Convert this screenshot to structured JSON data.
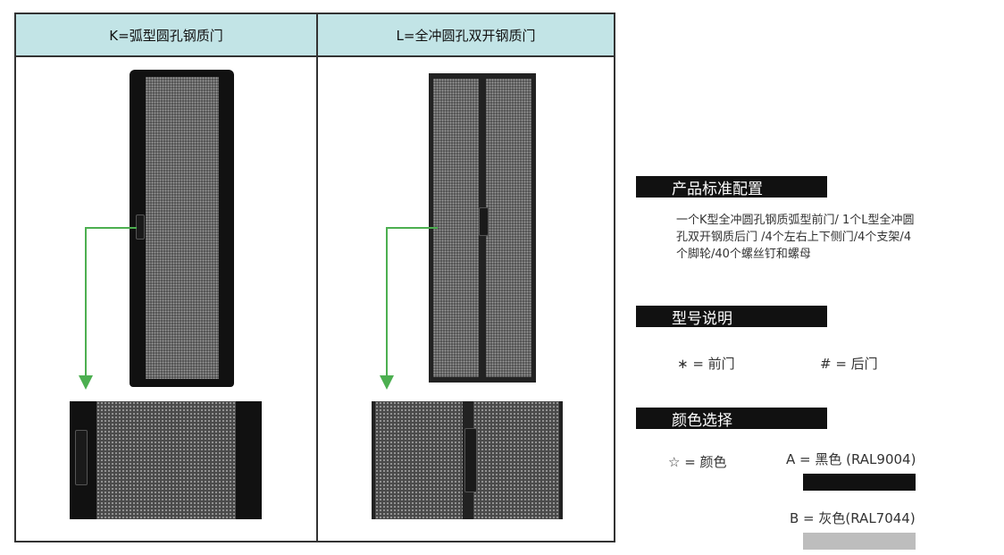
{
  "table": {
    "header_left": "K=弧型圆孔钢质门",
    "header_right": "L=全冲圆孔双开钢质门"
  },
  "config": {
    "title": "产品标准配置",
    "description_lines": [
      "一个K型全冲圆孔钢质弧型前门/ 1个L型全冲圆",
      "孔双开钢质后门 /4个左右上下侧门/4个支架/4",
      "个脚轮/40个螺丝钉和螺母"
    ]
  },
  "model": {
    "title": "型号说明",
    "front": "∗ = 前门",
    "back": "# = 后门"
  },
  "colors": {
    "title": "颜色选择",
    "star_label": "☆  =  颜色",
    "option_a": "A = 黑色 (RAL9004)",
    "option_b": "B = 灰色(RAL7044)",
    "black_hex": "#111111",
    "grey_hex": "#bdbdbd",
    "accent_green": "#4caf50",
    "header_bg": "#c2e4e6"
  }
}
